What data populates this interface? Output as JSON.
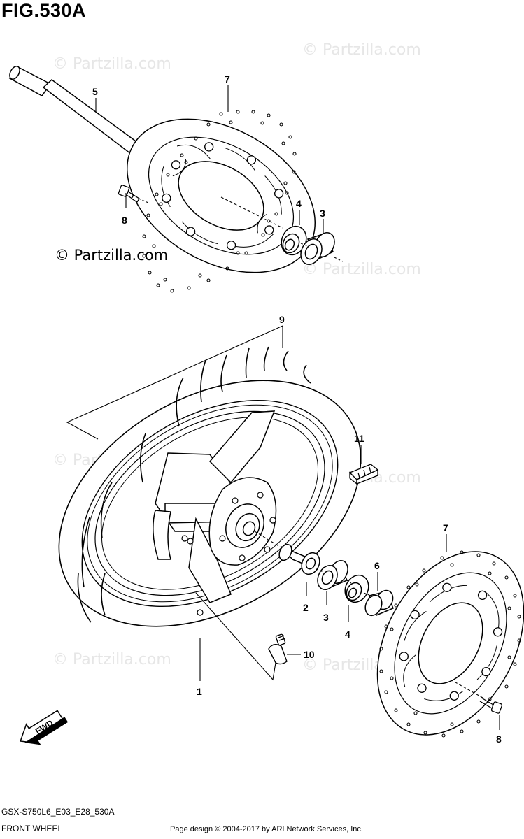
{
  "figure": {
    "title": "FIG.530A"
  },
  "watermark": {
    "text": "© Partzilla.com",
    "prominent_text": "© Partzilla.com"
  },
  "callouts": {
    "wheel": "1",
    "spacer": "2",
    "bearing_right": "3",
    "bearing_left": "3",
    "seal_right": "4",
    "seal_left": "4",
    "axle": "5",
    "collar": "6",
    "disc_upper": "7",
    "disc_lower": "7",
    "bolt_upper": "8",
    "bolt_lower": "8",
    "tire": "9",
    "valve": "10",
    "balancer": "11"
  },
  "fwd_label": "FWD",
  "footer": {
    "code": "GSX-S750L6_E03_E28_530A",
    "name": "FRONT WHEEL",
    "copyright": "Page design © 2004-2017 by ARI Network Services, Inc."
  }
}
